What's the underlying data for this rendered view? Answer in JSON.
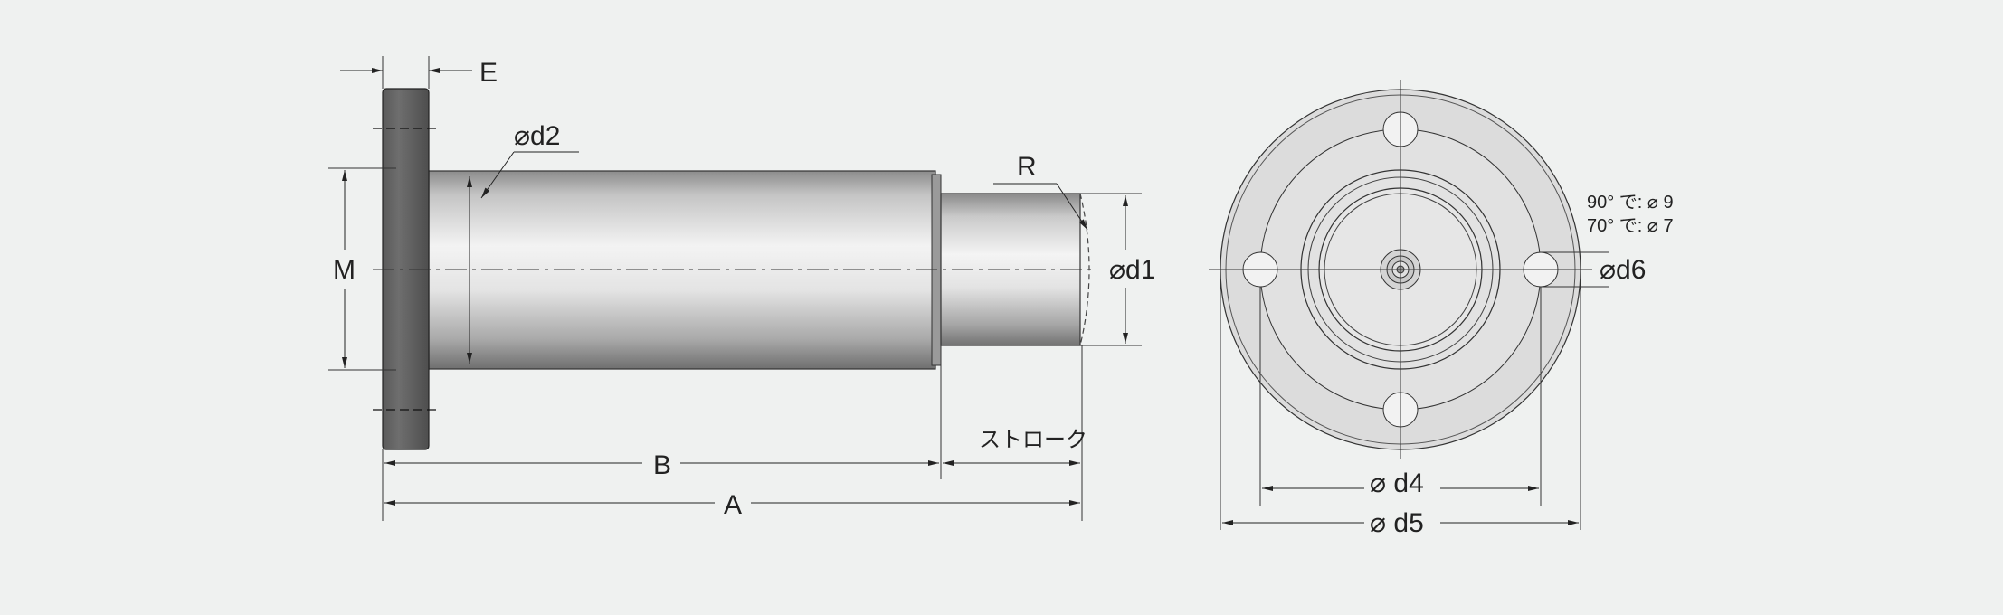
{
  "side_view": {
    "labels": {
      "E": "E",
      "d2": "⌀d2",
      "R": "R",
      "d1": "⌀d1",
      "M": "M",
      "B": "B",
      "stroke": "ストローク",
      "A": "A"
    }
  },
  "front_view": {
    "labels": {
      "d6": "⌀d6",
      "d4": "⌀ d4",
      "d5": "⌀ d5"
    },
    "hole_notes": [
      "90°  で: ⌀ 9",
      "70°  で: ⌀ 7"
    ]
  }
}
